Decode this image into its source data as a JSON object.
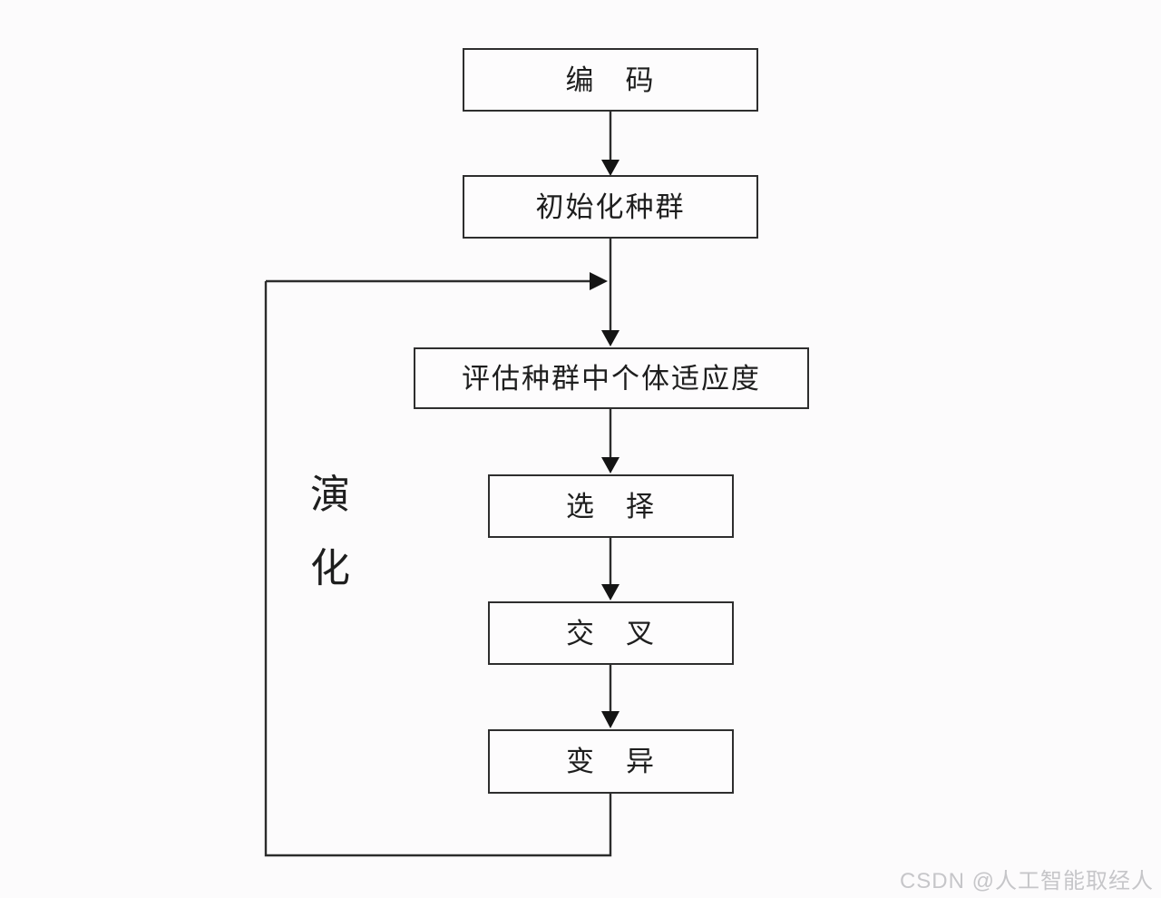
{
  "diagram": {
    "type": "flowchart",
    "topic": "genetic-algorithm-evolution-loop",
    "nodes": [
      {
        "id": "encoding",
        "label": "编　码"
      },
      {
        "id": "initialize-population",
        "label": "初始化种群"
      },
      {
        "id": "evaluate-fitness",
        "label": "评估种群中个体适应度"
      },
      {
        "id": "selection",
        "label": "选　择"
      },
      {
        "id": "crossover",
        "label": "交　叉"
      },
      {
        "id": "mutation",
        "label": "变　异"
      }
    ],
    "edges": [
      {
        "from": "encoding",
        "to": "initialize-population"
      },
      {
        "from": "initialize-population",
        "to": "evaluate-fitness"
      },
      {
        "from": "evaluate-fitness",
        "to": "selection"
      },
      {
        "from": "selection",
        "to": "crossover"
      },
      {
        "from": "crossover",
        "to": "mutation"
      },
      {
        "from": "mutation",
        "to": "evaluate-fitness",
        "kind": "loop-back"
      }
    ],
    "loop_label": {
      "char1": "演",
      "char2": "化",
      "word": "演化"
    },
    "colors": {
      "line": "#2c2c2c",
      "box_border": "#2e2e2e",
      "text": "#1e1e1e",
      "background": "#fcfbfc",
      "watermark": "#c6c6c9"
    }
  },
  "watermark": {
    "text": "CSDN @人工智能取经人"
  }
}
